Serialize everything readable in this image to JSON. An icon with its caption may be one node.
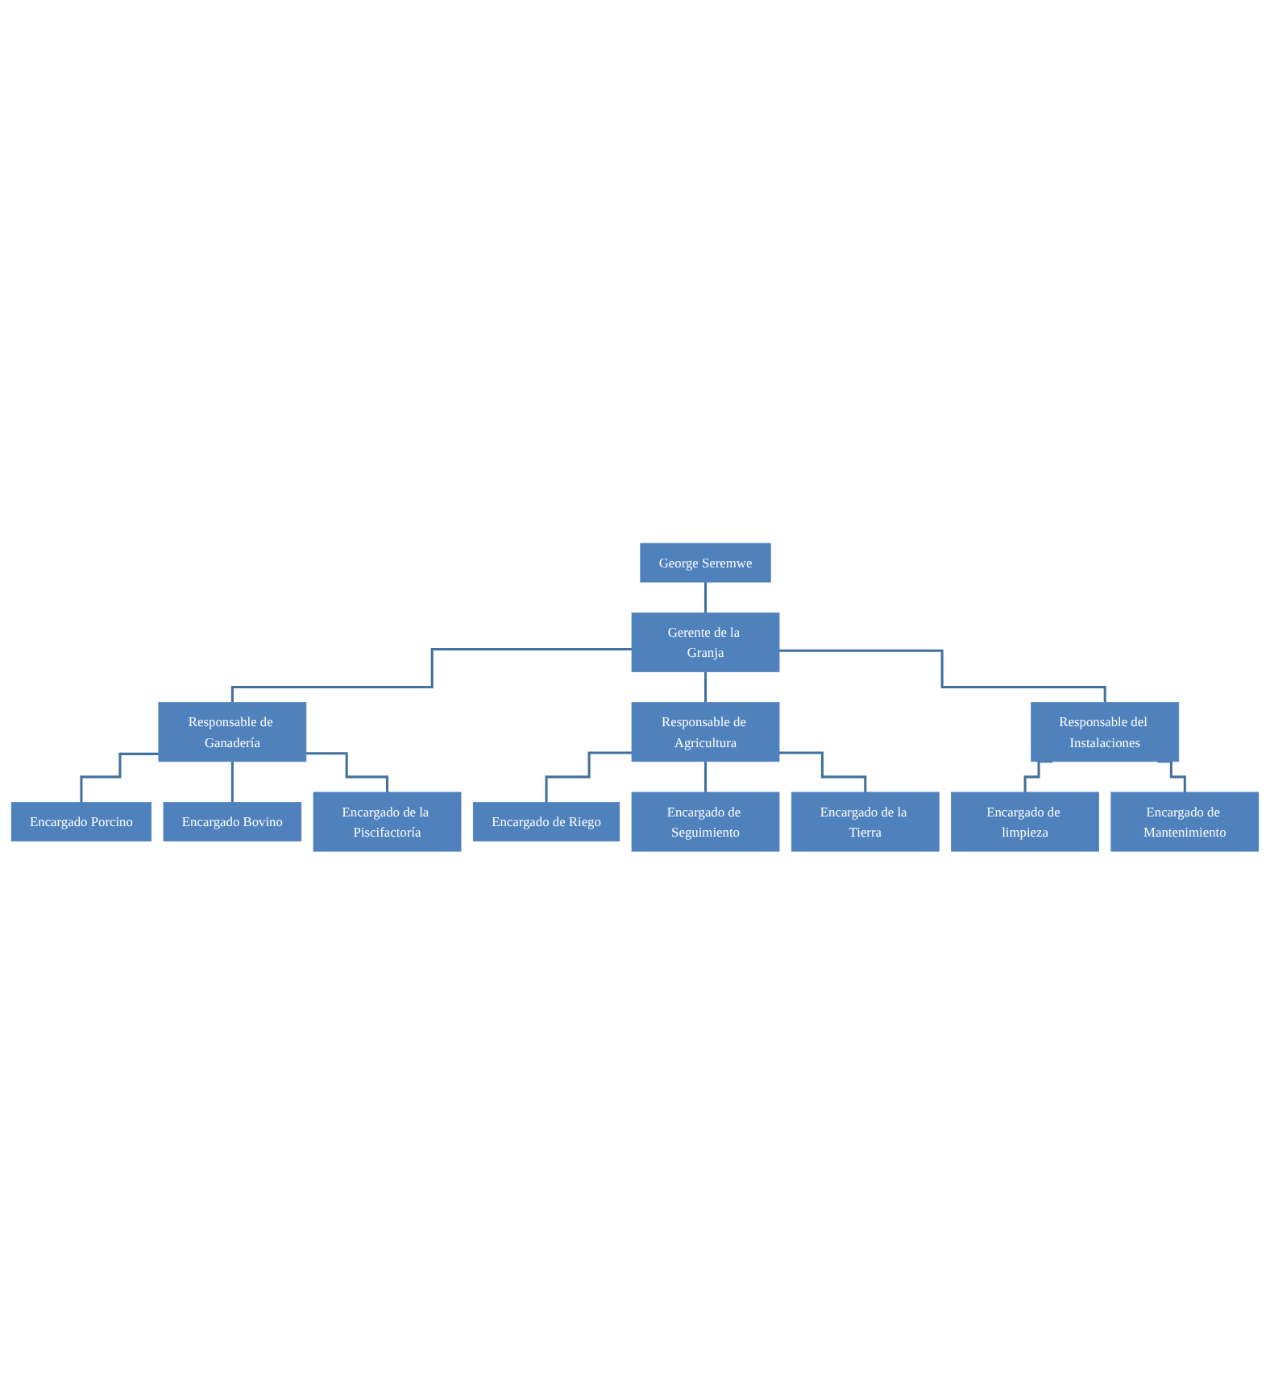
{
  "diagram": {
    "nodes": [
      {
        "text": [
          "George Seremwe"
        ]
      },
      {
        "text": [
          "Gerente de la Granja"
        ]
      },
      {
        "text": [
          "Responsable de Ganadería"
        ]
      },
      {
        "text": [
          "Responsable de Agricultura"
        ]
      },
      {
        "text": [
          "Responsable del Instalaciones"
        ]
      },
      {
        "text": [
          "Encargado Porcino"
        ]
      },
      {
        "text": [
          "Encargado Bovino"
        ]
      },
      {
        "text": [
          "Encargado de la Piscifactoría"
        ]
      },
      {
        "text": [
          "Encargado de Riego"
        ]
      },
      {
        "text": [
          "Encargado de Seguimiento"
        ]
      },
      {
        "text": [
          "Encargado de la Tierra"
        ]
      },
      {
        "text": [
          "Encargado de limpieza"
        ]
      },
      {
        "text": [
          "Encargado de Mantenimiento"
        ]
      }
    ],
    "edges": [
      {
        "from": 0,
        "to": 1,
        "arrow": "none"
      },
      {
        "from": 1,
        "to": 2,
        "arrow": "none"
      },
      {
        "from": 1,
        "to": 3,
        "arrow": "none"
      },
      {
        "from": 1,
        "to": 4,
        "arrow": "none"
      },
      {
        "from": 2,
        "to": 5,
        "arrow": "none"
      },
      {
        "from": 2,
        "to": 6,
        "arrow": "none"
      },
      {
        "from": 2,
        "to": 7,
        "arrow": "none"
      },
      {
        "from": 3,
        "to": 8,
        "arrow": "none"
      },
      {
        "from": 3,
        "to": 9,
        "arrow": "none"
      },
      {
        "from": 3,
        "to": 10,
        "arrow": "none"
      },
      {
        "from": 4,
        "to": 11,
        "arrow": "none"
      },
      {
        "from": 4,
        "to": 12,
        "arrow": "none"
      }
    ]
  }
}
